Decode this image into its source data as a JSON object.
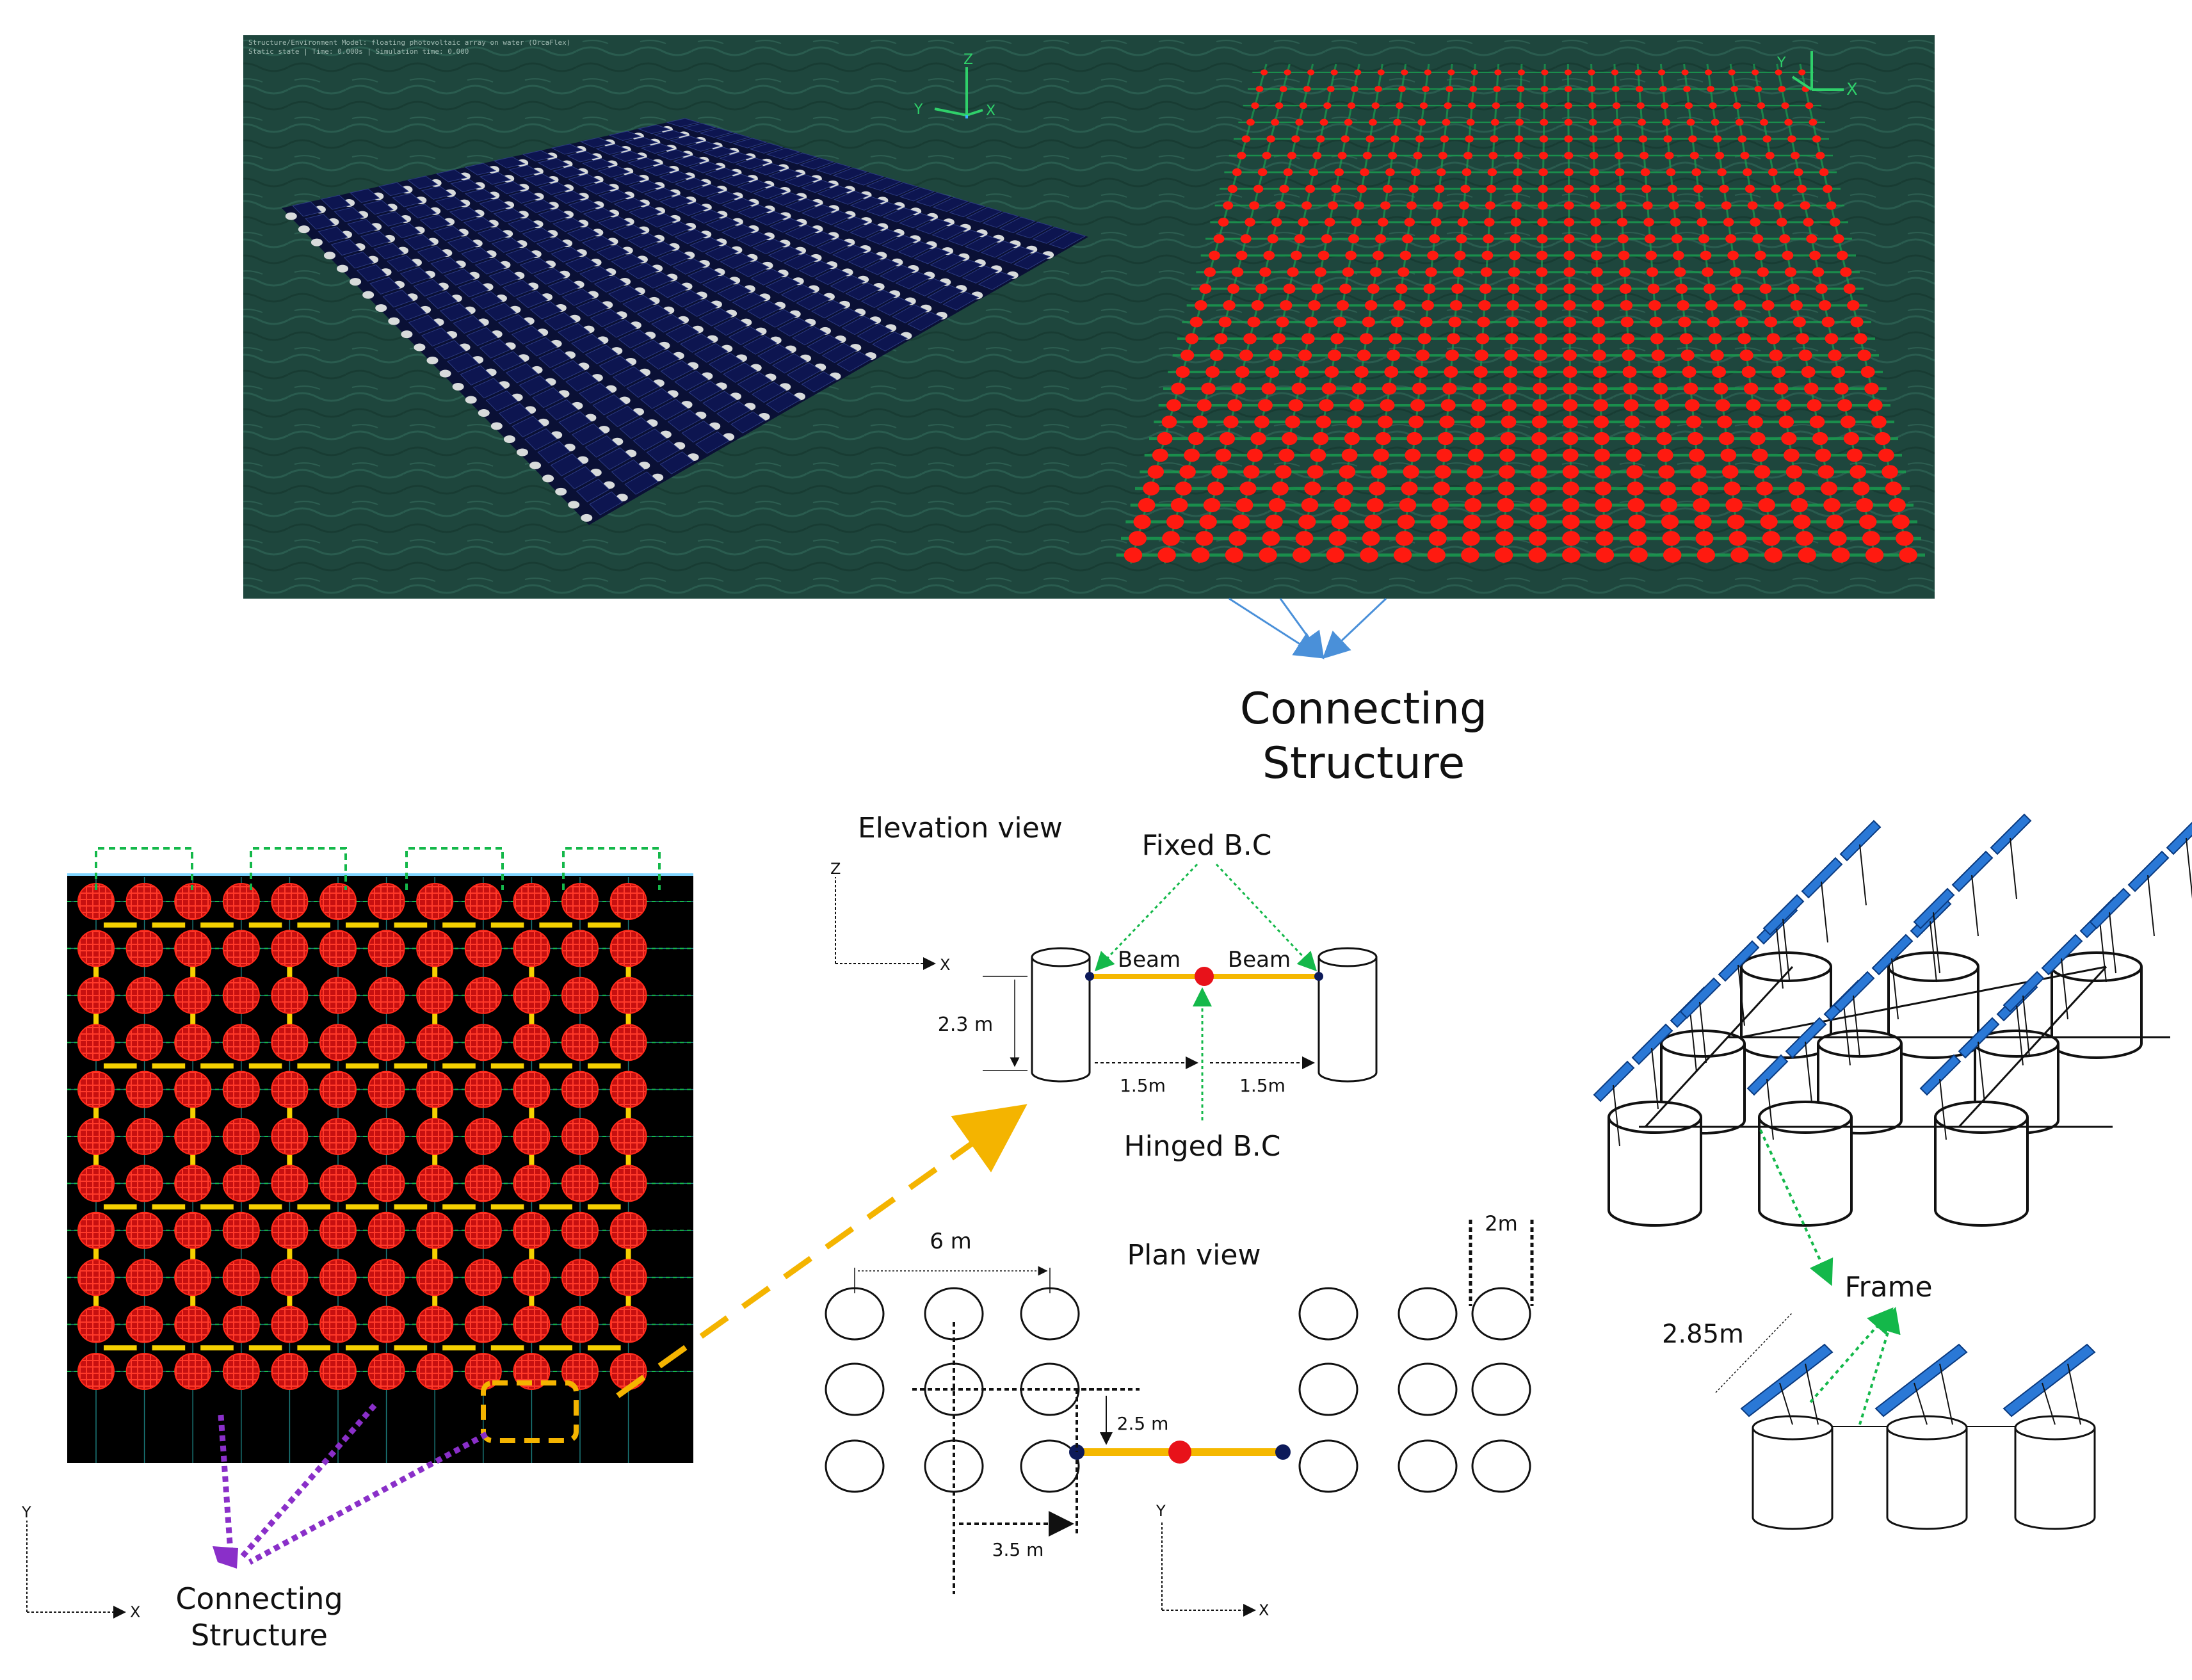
{
  "top_left_render": {
    "header_line1": "Structure/Environment Model: floating photovoltaic array on water (OrcaFlex)",
    "header_line2": "Static state | Time: 0.000s | Simulation time: 0.000",
    "axes": {
      "x": "X",
      "y": "Y",
      "z": "Z"
    },
    "panel_color": "#0d1550",
    "water_color": "#1f4a40"
  },
  "top_right_render": {
    "axes": {
      "x": "X",
      "y": "Y"
    },
    "float_color": "#ff1a10",
    "connector_color": "#1aa050"
  },
  "connecting_structure_top": {
    "line1": "Connecting",
    "line2": "Structure"
  },
  "connecting_structure_bottom": {
    "line1": "Connecting",
    "line2": "Structure"
  },
  "bottom_left_axes": {
    "x": "X",
    "y": "Y"
  },
  "elevation": {
    "title": "Elevation view",
    "axis_z": "Z",
    "axis_x": "X",
    "fixed_bc": "Fixed B.C",
    "beam_left": "Beam",
    "beam_right": "Beam",
    "height": "2.3 m",
    "span_left": "1.5m",
    "span_right": "1.5m",
    "hinged_bc": "Hinged B.C"
  },
  "plan": {
    "title": "Plan view",
    "spacing": "6 m",
    "diameter": "2m",
    "offset_y": "2.5 m",
    "offset_x": "3.5 m",
    "axis_y": "Y",
    "axis_x": "X"
  },
  "right_panel": {
    "frame": "Frame",
    "tilt_length": "2.85m",
    "panel_color": "#2a78d6"
  },
  "colors": {
    "beam": "#f5b800",
    "hinge": "#e8121a",
    "fixed_node": "#0d1a5a",
    "green_dotted": "#14b84a",
    "purple_dotted": "#8a2fc9",
    "orange_dashed": "#f4b400",
    "blue_arrow": "#4a90d9"
  }
}
